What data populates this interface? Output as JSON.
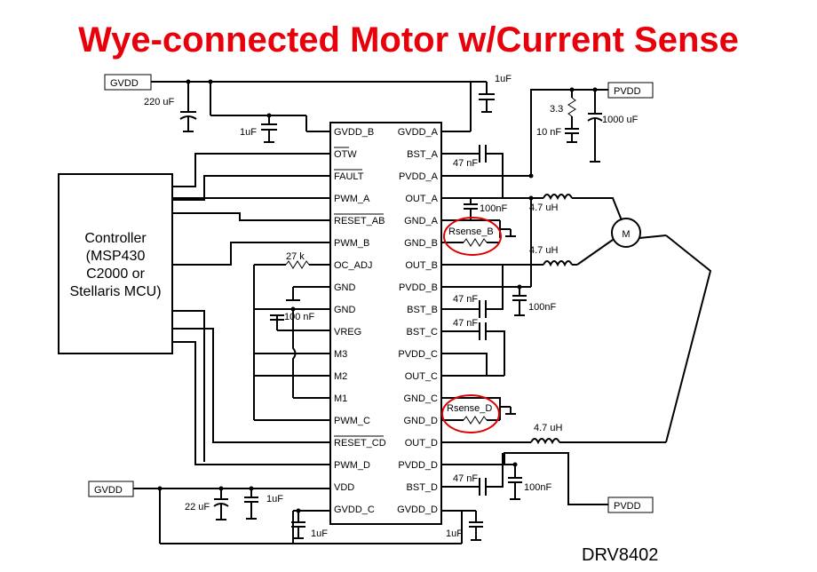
{
  "title": "Wye-connected Motor w/Current Sense",
  "colors": {
    "title": "#e8000a",
    "highlight_circle": "#e00000",
    "wire": "#000000",
    "background": "#ffffff"
  },
  "controller": {
    "lines": [
      "Controller",
      "(MSP430",
      "C2000 or",
      "Stellaris MCU)"
    ]
  },
  "chip": {
    "part_number": "DRV8402",
    "left_pins": [
      "GVDD_B",
      "OTW",
      "FAULT",
      "PWM_A",
      "RESET_AB",
      "PWM_B",
      "OC_ADJ",
      "GND",
      "GND",
      "VREG",
      "M3",
      "M2",
      "M1",
      "PWM_C",
      "RESET_CD",
      "PWM_D",
      "VDD",
      "GVDD_C"
    ],
    "right_pins": [
      "GVDD_A",
      "BST_A",
      "PVDD_A",
      "OUT_A",
      "GND_A",
      "GND_B",
      "OUT_B",
      "PVDD_B",
      "BST_B",
      "BST_C",
      "PVDD_C",
      "OUT_C",
      "GND_C",
      "GND_D",
      "OUT_D",
      "PVDD_D",
      "BST_D",
      "GVDD_D"
    ]
  },
  "rails": {
    "gvdd_top": "GVDD",
    "gvdd_bottom": "GVDD",
    "pvdd_top": "PVDD",
    "pvdd_bottom": "PVDD"
  },
  "components": {
    "c_220u": "220 uF",
    "c_1u_top": "1uF",
    "c_1u_gvddb": "1uF",
    "r_3_3": "3.3",
    "c_10n": "10 nF",
    "c_1000u": "1000 uF",
    "c_47n_a": "47 nF",
    "c_100n_a": "100nF",
    "l_a": "4.7 uH",
    "l_b": "4.7 uH",
    "l_d": "4.7 uH",
    "rsense_b": "Rsense_B",
    "rsense_d": "Rsense_D",
    "motor": "M",
    "r_27k": "27 k",
    "c_100n_vreg": "100 nF",
    "c_47n_b": "47 nF",
    "c_100n_b": "100nF",
    "c_47n_c": "47 nF",
    "c_47n_d": "47 nF",
    "c_100n_d": "100nF",
    "c_22u": "22 uF",
    "c_1u_vdd": "1uF",
    "c_1u_gvddc": "1uF",
    "c_1u_gvddd": "1uF"
  }
}
